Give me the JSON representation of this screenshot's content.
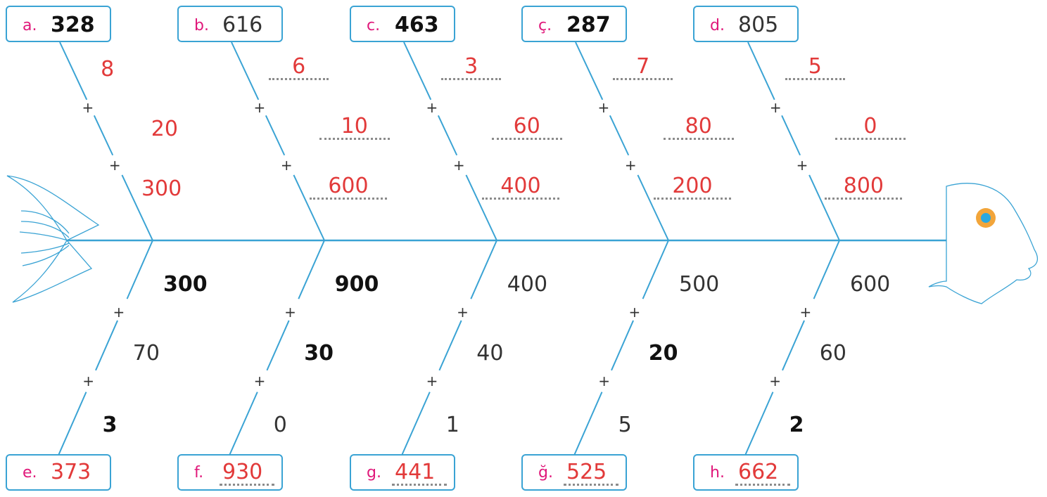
{
  "colors": {
    "line": "#3aa3d4",
    "answer": "#e23a3a",
    "letter": "#e0187a",
    "dots": "#8b8b8b",
    "eye": "#f2a53a"
  },
  "plus_sign": "+",
  "top_items": [
    {
      "letter": "a.",
      "number": "328",
      "number_style": "bold",
      "ones": "8",
      "tens": "20",
      "hundreds": "300",
      "dotted": false
    },
    {
      "letter": "b.",
      "number": "616",
      "number_style": "thin",
      "ones": "6",
      "tens": "10",
      "hundreds": "600",
      "dotted": true
    },
    {
      "letter": "c.",
      "number": "463",
      "number_style": "bold",
      "ones": "3",
      "tens": "60",
      "hundreds": "400",
      "dotted": true
    },
    {
      "letter": "ç.",
      "number": "287",
      "number_style": "bold",
      "ones": "7",
      "tens": "80",
      "hundreds": "200",
      "dotted": true
    },
    {
      "letter": "d.",
      "number": "805",
      "number_style": "thin",
      "ones": "5",
      "tens": "0",
      "hundreds": "800",
      "dotted": true
    }
  ],
  "bottom_items": [
    {
      "letter": "e.",
      "hundreds": "300",
      "hundreds_style": "bold",
      "tens": "70",
      "tens_style": "thin",
      "ones": "3",
      "ones_style": "bold",
      "answer": "373",
      "dotted": false
    },
    {
      "letter": "f.",
      "hundreds": "900",
      "hundreds_style": "bold",
      "tens": "30",
      "tens_style": "bold",
      "ones": "0",
      "ones_style": "thin",
      "answer": "930",
      "dotted": true
    },
    {
      "letter": "g.",
      "hundreds": "400",
      "hundreds_style": "thin",
      "tens": "40",
      "tens_style": "thin",
      "ones": "1",
      "ones_style": "thin",
      "answer": "441",
      "dotted": true
    },
    {
      "letter": "ğ.",
      "hundreds": "500",
      "hundreds_style": "thin",
      "tens": "20",
      "tens_style": "bold",
      "ones": "5",
      "ones_style": "thin",
      "answer": "525",
      "dotted": true
    },
    {
      "letter": "h.",
      "hundreds": "600",
      "hundreds_style": "thin",
      "tens": "60",
      "tens_style": "thin",
      "ones": "2",
      "ones_style": "bold",
      "answer": "662",
      "dotted": true
    }
  ]
}
